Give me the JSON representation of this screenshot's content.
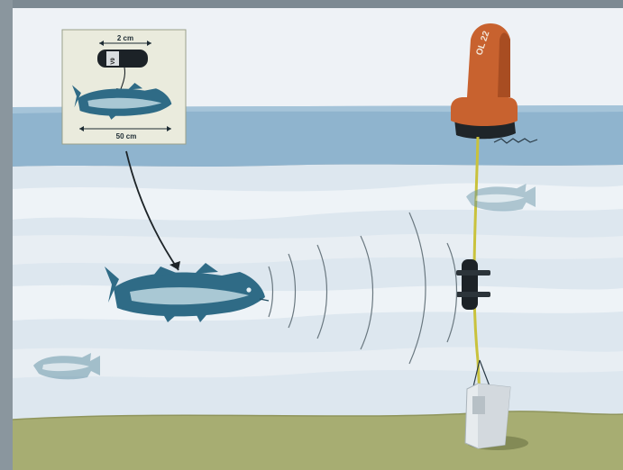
{
  "inset": {
    "tag_length_label": "2 cm",
    "fish_length_label": "50 cm",
    "tag_text": "V9"
  },
  "buoy": {
    "label": "OL 22"
  },
  "icons": {
    "main_fish": "cod-fish-icon",
    "transmitter": "acoustic-tag-icon",
    "receiver": "acoustic-receiver-icon",
    "anchor": "concrete-anchor-icon"
  },
  "colors": {
    "sky": "#eef2f6",
    "surface_band": "#8fb4ce",
    "water": "#dde7ef",
    "seabed": "#a7ad72",
    "buoy": "#c8622f",
    "fish_main": "#2f6b86",
    "fish_light": "#a9c8d4",
    "mooring_line": "#c9c23c"
  }
}
